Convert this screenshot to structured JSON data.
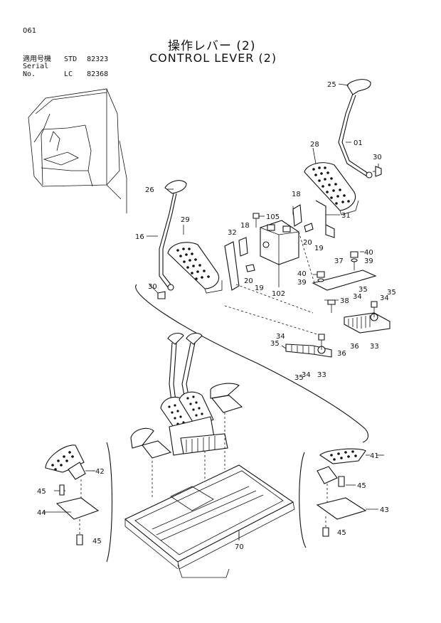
{
  "page_number": "061",
  "title_jp": "操作レバー (2)",
  "title_en": "CONTROL LEVER (2)",
  "serial": [
    {
      "label": "適用号機",
      "code": "STD",
      "value": "82323"
    },
    {
      "label": "Serial No.",
      "code": "LC",
      "value": "82368"
    }
  ],
  "callouts": {
    "c25": "25",
    "c01": "01",
    "c30a": "30",
    "c28": "28",
    "c18a": "18",
    "c31": "31",
    "c105": "105",
    "c20a": "20",
    "c19a": "19",
    "c26": "26",
    "c29": "29",
    "c32": "32",
    "c18b": "18",
    "c16": "16",
    "c20b": "20",
    "c19b": "19",
    "c102": "102",
    "c30b": "30",
    "c40a": "40",
    "c39a": "39",
    "c37": "37",
    "c40b": "40",
    "c39b": "39",
    "c35a": "35",
    "c34a": "34",
    "c38": "38",
    "c34b": "34",
    "c35b": "35",
    "c36a": "36",
    "c33a": "33",
    "c34c": "34",
    "c35c": "35",
    "c36b": "36",
    "c33b": "33",
    "c35d": "35",
    "c34d": "34",
    "c42": "42",
    "c45a": "45",
    "c44": "44",
    "c45b": "45",
    "c41": "41",
    "c45c": "45",
    "c43": "43",
    "c45d": "45",
    "c70": "70"
  }
}
